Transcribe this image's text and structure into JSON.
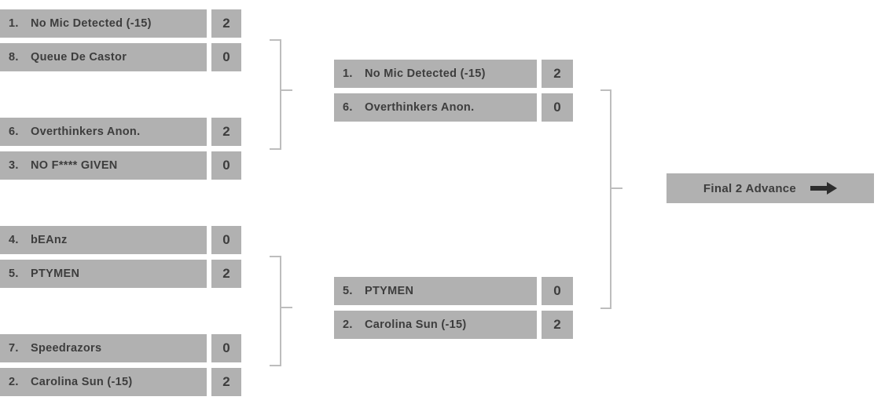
{
  "colors": {
    "bar": "#b1b1b1",
    "text": "#3d3d3d",
    "line": "#bdbdbd",
    "arrow": "#2d2d2d",
    "background": "#ffffff"
  },
  "bracket": {
    "final_label": "Final 2 Advance",
    "rounds": [
      {
        "matches": [
          {
            "teams": [
              {
                "seed": "1.",
                "name": "No Mic Detected (-15)",
                "score": "2"
              },
              {
                "seed": "8.",
                "name": "Queue De Castor",
                "score": "0"
              }
            ]
          },
          {
            "teams": [
              {
                "seed": "6.",
                "name": "Overthinkers Anon.",
                "score": "2"
              },
              {
                "seed": "3.",
                "name": "NO F**** GIVEN",
                "score": "0"
              }
            ]
          },
          {
            "teams": [
              {
                "seed": "4.",
                "name": "bEAnz",
                "score": "0"
              },
              {
                "seed": "5.",
                "name": "PTYMEN",
                "score": "2"
              }
            ]
          },
          {
            "teams": [
              {
                "seed": "7.",
                "name": "Speedrazors",
                "score": "0"
              },
              {
                "seed": "2.",
                "name": "Carolina Sun (-15)",
                "score": "2"
              }
            ]
          }
        ]
      },
      {
        "matches": [
          {
            "teams": [
              {
                "seed": "1.",
                "name": "No Mic Detected (-15)",
                "score": "2"
              },
              {
                "seed": "6.",
                "name": "Overthinkers Anon.",
                "score": "0"
              }
            ]
          },
          {
            "teams": [
              {
                "seed": "5.",
                "name": "PTYMEN",
                "score": "0"
              },
              {
                "seed": "2.",
                "name": "Carolina Sun (-15)",
                "score": "2"
              }
            ]
          }
        ]
      }
    ]
  }
}
